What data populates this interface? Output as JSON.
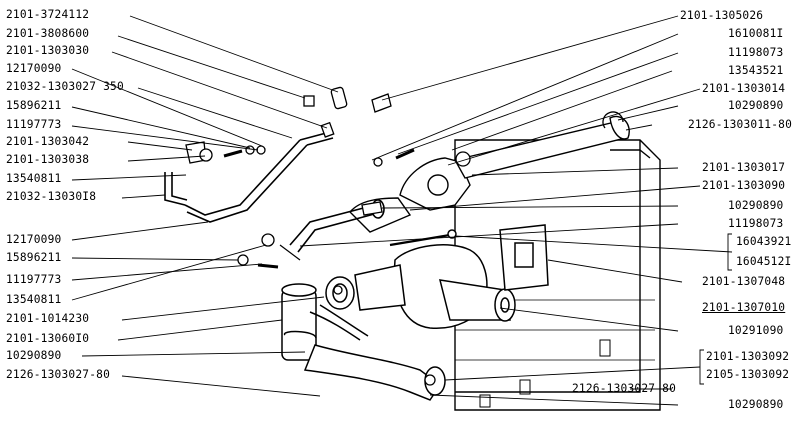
{
  "left_labels": [
    "2101-3724112",
    "2101-3808600",
    "2101-1303030",
    "12170090",
    "21032-1303027 350",
    "15896211",
    "11197773",
    "2101-1303042",
    "2101-1303038",
    "13540811",
    "21032-13030I8",
    "12170090",
    "15896211",
    "11197773",
    "13540811",
    "2101-1014230",
    "2101-13060I0",
    "10290890",
    "2126-1303027-80"
  ],
  "right_labels": [
    "2101-1305026",
    "1610081I",
    "11198073",
    "13543521",
    "2101-1303014",
    "10290890",
    "2126-1303011-80",
    "2101-1303017",
    "2101-1303090",
    "10290890",
    "11198073",
    "16043921",
    "1604512I",
    "2101-1307048",
    "2101-1307010",
    "10291090",
    "2101-1303092",
    "2105-1303092",
    "2126-1303027-80",
    "10290890"
  ]
}
